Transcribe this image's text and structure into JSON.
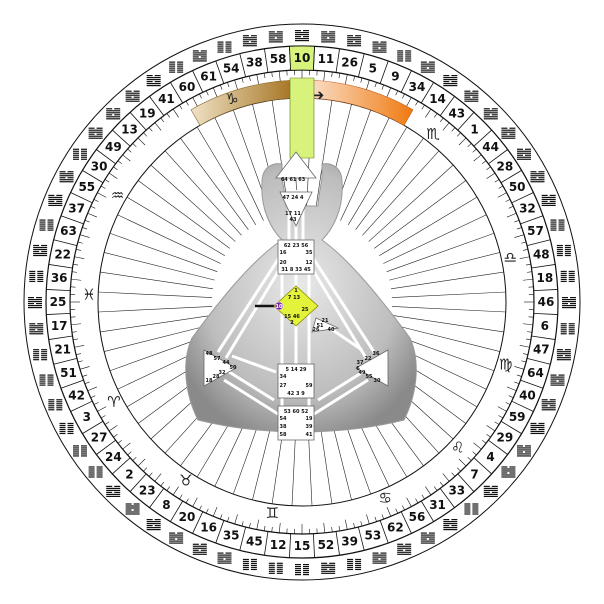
{
  "wheel": {
    "gates_clockwise_from_top": [
      10,
      11,
      26,
      5,
      9,
      34,
      14,
      43,
      1,
      44,
      28,
      50,
      32,
      57,
      48,
      18,
      46,
      6,
      47,
      64,
      40,
      59,
      29,
      4,
      7,
      33,
      31,
      56,
      62,
      53,
      39,
      52,
      15,
      12,
      45,
      35,
      16,
      20,
      8,
      23,
      2,
      24,
      27,
      3,
      42,
      51,
      21,
      17,
      25,
      36,
      22,
      63,
      37,
      55,
      30,
      49,
      13,
      19,
      41,
      60,
      61,
      54,
      38,
      58
    ],
    "highlighted_gate": 10,
    "highlight_color": "#d7f37b",
    "signs": [
      {
        "id": "capricorn",
        "glyph": "♑"
      },
      {
        "id": "aquarius",
        "glyph": "♒"
      },
      {
        "id": "pisces",
        "glyph": "♓"
      },
      {
        "id": "aries",
        "glyph": "♈"
      },
      {
        "id": "taurus",
        "glyph": "♉"
      },
      {
        "id": "gemini",
        "glyph": "♊"
      },
      {
        "id": "cancer",
        "glyph": "♋"
      },
      {
        "id": "leo",
        "glyph": "♌"
      },
      {
        "id": "virgo",
        "glyph": "♍"
      },
      {
        "id": "libra",
        "glyph": "♎"
      },
      {
        "id": "scorpio",
        "glyph": "♏"
      },
      {
        "id": "sagittarius",
        "glyph": "♐"
      }
    ],
    "arcs": [
      {
        "id": "left-arc",
        "color": "#a06b14"
      },
      {
        "id": "right-arc",
        "color": "#f07a10"
      }
    ]
  },
  "bodygraph": {
    "head": [
      "64 61 63"
    ],
    "ajna": [
      "47 24 4",
      "17 11",
      "43"
    ],
    "throat": [
      "62 23 56",
      "16",
      "35",
      "20",
      "12",
      "31 8 33 45"
    ],
    "g_center": [
      "1",
      "7 13",
      "15 46",
      "2",
      "25"
    ],
    "g_marker": "10",
    "g_center_color": "#e3f23a",
    "ego": [
      "21",
      "51",
      "26",
      "40"
    ],
    "spleen": [
      "48",
      "57",
      "44",
      "50",
      "32",
      "28",
      "18"
    ],
    "solar_plexus": [
      "36",
      "22",
      "37",
      "6",
      "49",
      "55",
      "30"
    ],
    "sacral": [
      "5 14 29",
      "34",
      "27",
      "59",
      "42 3 9"
    ],
    "root": [
      "53 60 52",
      "54",
      "19",
      "38",
      "39",
      "58",
      "41"
    ]
  },
  "colors": {
    "silhouette": "#cfcfcf",
    "silhouette_dark": "#8d8d8d",
    "line": "#111111"
  }
}
